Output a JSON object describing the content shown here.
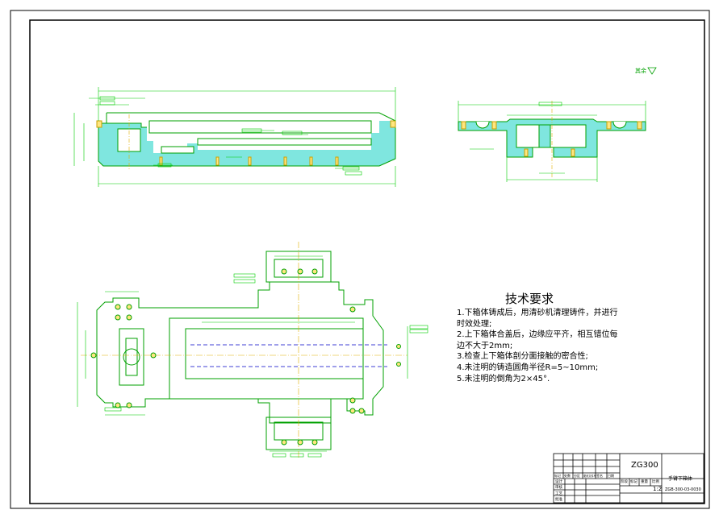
{
  "roughness_symbol": "其余",
  "tech_requirements": {
    "title": "技术要求",
    "lines": [
      "1.下箱体铸成后，用清砂机清理铸件，并进行",
      "   时效处理;",
      "2.上下箱体合盖后，边缘应平齐，相互错位每",
      "   边不大于2mm;",
      "3.检查上下箱体剖分面接触的密合性;",
      "4.未注明的铸造圆角半径R=5~10mm;",
      "5.未注明的倒角为2×45°."
    ]
  },
  "title_block": {
    "model": "ZG300",
    "part_name": "手臂下箱体",
    "scale": "1:2",
    "drawing_no": "ZGB-300-03-0030",
    "row_labels": [
      "设计",
      "审核",
      "工艺",
      "批准"
    ],
    "header_labels": [
      "阶段",
      "标记",
      "重量",
      "比例"
    ],
    "revision_labels": [
      "标记",
      "处数",
      "分区",
      "更改文件号",
      "签名",
      "日期"
    ]
  },
  "colors": {
    "outline": "#00a000",
    "dimension": "#00cc00",
    "centerline": "#e0b000",
    "hidden": "#0000c8",
    "hatch": "#00b8b0",
    "border": "#000000"
  }
}
